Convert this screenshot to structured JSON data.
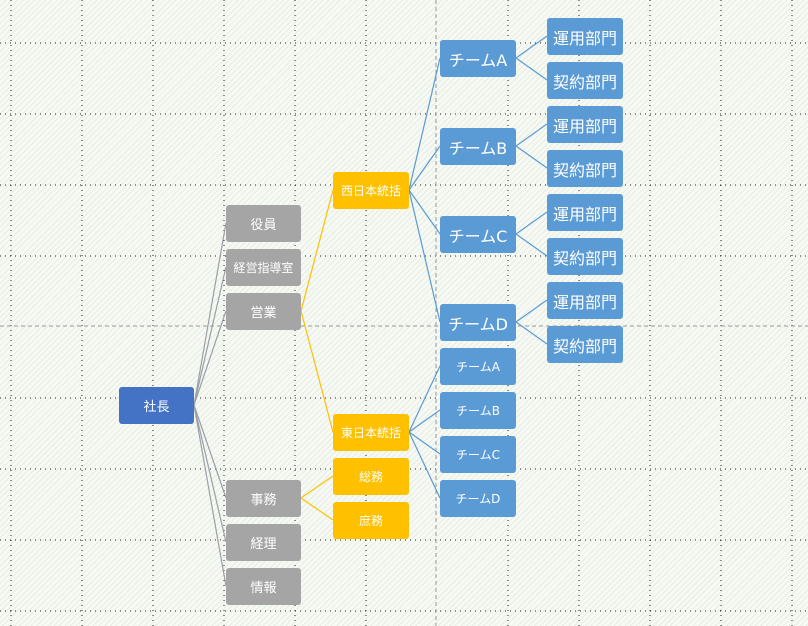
{
  "colors": {
    "root": "#4472c4",
    "level1": "#a5a5a5",
    "level2": "#ffc000",
    "level3": "#5b9bd5"
  },
  "root": "社長",
  "level1": [
    "役員",
    "経営指導室",
    "営業",
    "事務",
    "経理",
    "情報"
  ],
  "level2": {
    "west": "西日本統括",
    "east": "東日本統括",
    "general": "総務",
    "clerical": "庶務"
  },
  "west_teams": [
    "チームA",
    "チームB",
    "チームC",
    "チームD"
  ],
  "east_teams": [
    "チームA",
    "チームB",
    "チームC",
    "チームD"
  ],
  "departments": {
    "operations": "運用部門",
    "contracts": "契約部門"
  }
}
